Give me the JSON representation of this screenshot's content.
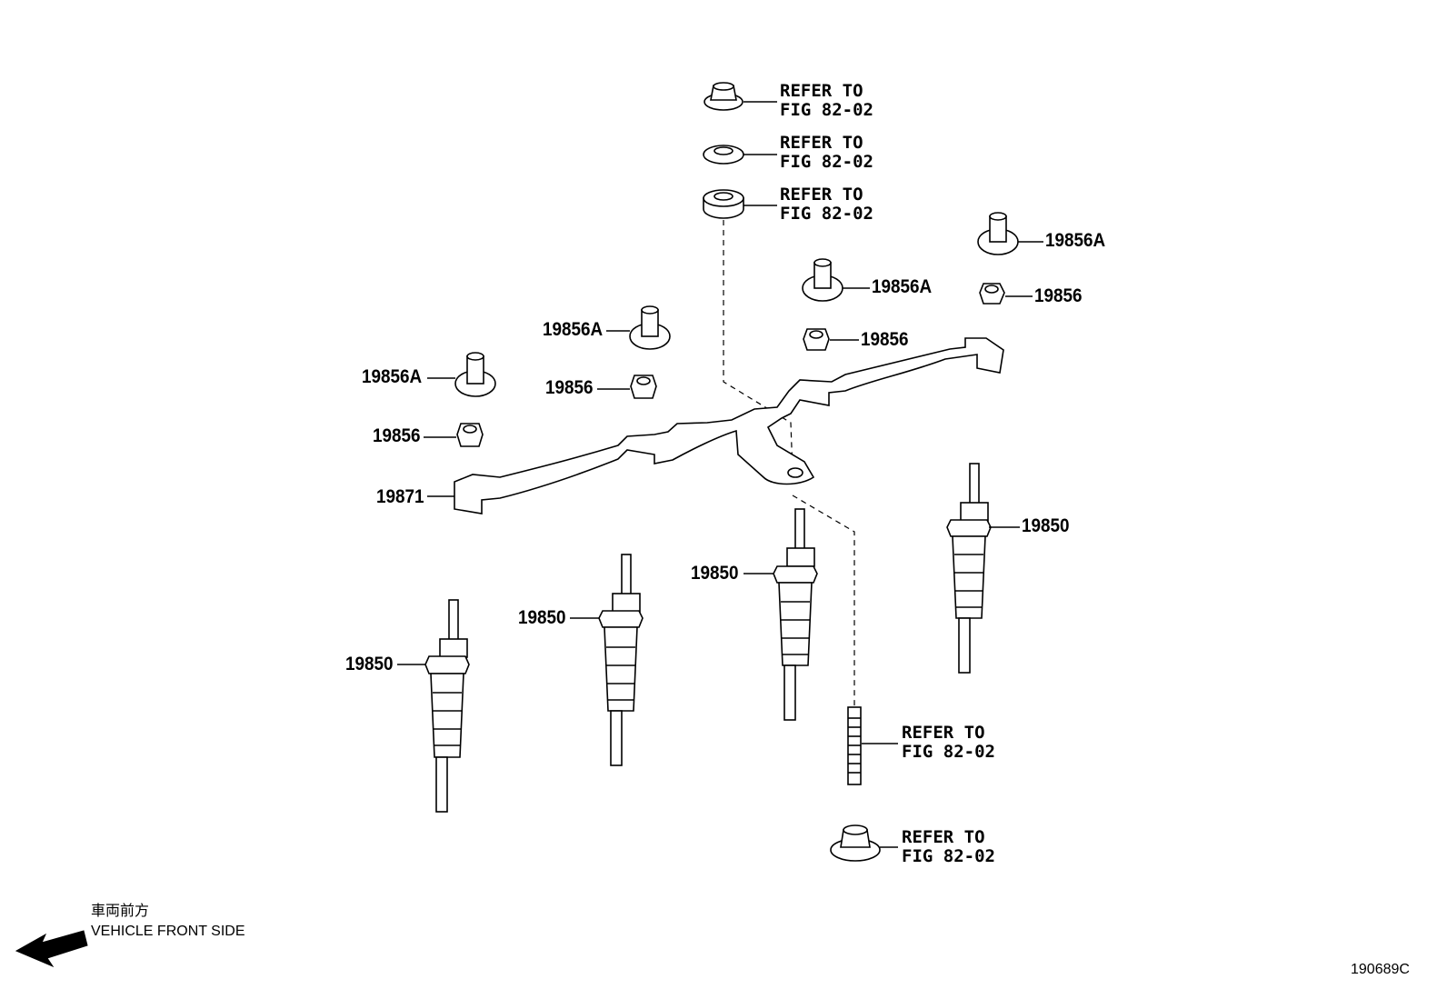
{
  "references": [
    {
      "line1": "REFER TO",
      "line2": "FIG 82-02"
    },
    {
      "line1": "REFER TO",
      "line2": "FIG 82-02"
    },
    {
      "line1": "REFER TO",
      "line2": "FIG 82-02"
    },
    {
      "line1": "REFER TO",
      "line2": "FIG 82-02"
    },
    {
      "line1": "REFER TO",
      "line2": "FIG 82-02"
    }
  ],
  "part_numbers": {
    "grommet_a": "19856A",
    "nut": "19856",
    "bus_bar": "19871",
    "glow_plug": "19850"
  },
  "orientation": {
    "japanese": "車両前方",
    "english": "VEHICLE FRONT SIDE"
  },
  "illustration_code": "190689C"
}
